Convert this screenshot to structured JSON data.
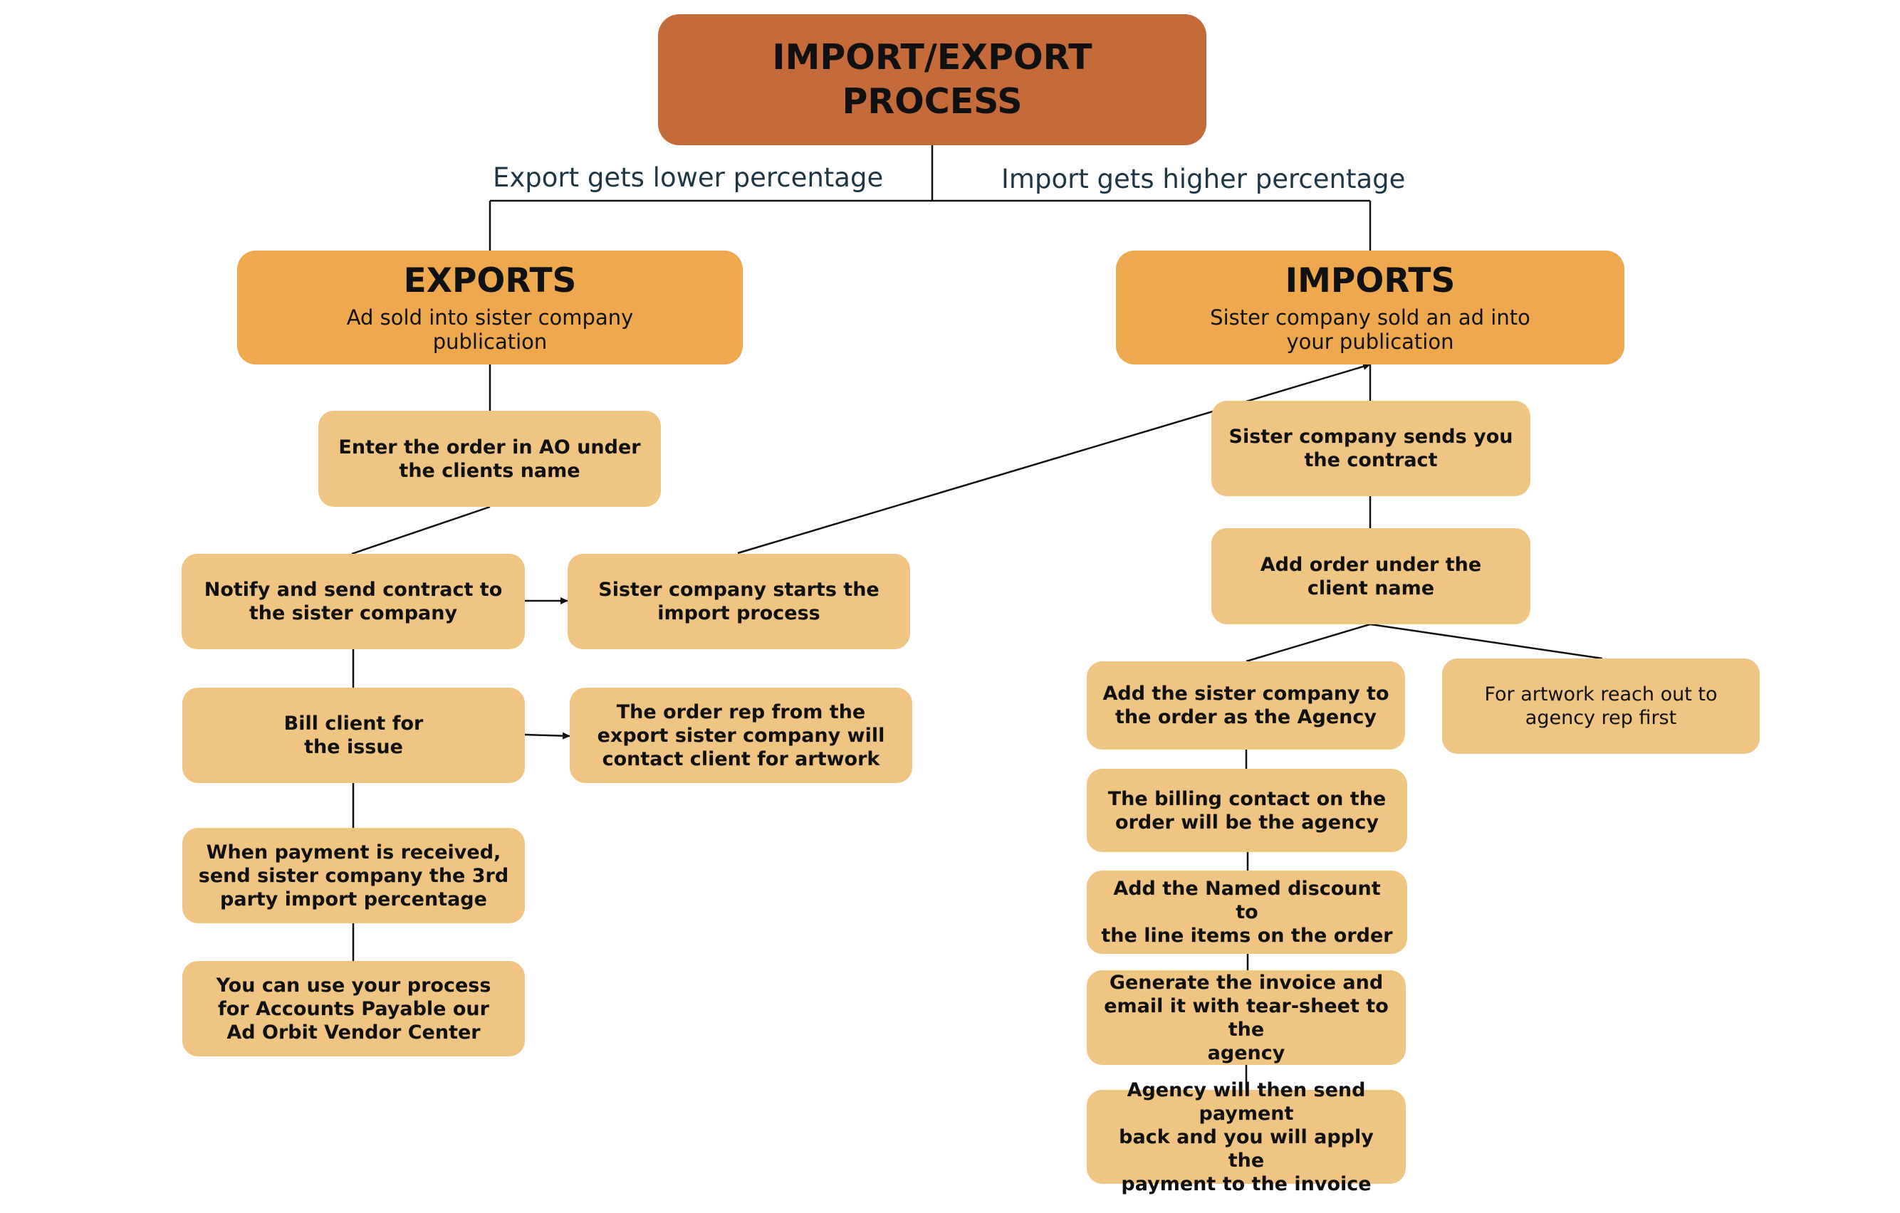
{
  "diagram": {
    "root": {
      "title": "IMPORT/EXPORT\nPROCESS"
    },
    "edge_labels": {
      "export": "Export gets lower percentage",
      "import": "Import gets higher percentage"
    },
    "exports": {
      "title": "EXPORTS",
      "subtitle": "Ad sold into sister company\npublication",
      "steps": [
        "Enter the order in AO under\nthe clients name",
        "Notify and send contract to\nthe sister company",
        "Bill client for\nthe issue",
        "When payment is received,\nsend sister company the 3rd\nparty import percentage",
        "You can use your process\nfor Accounts Payable our\nAd Orbit Vendor Center"
      ],
      "side_steps": [
        "Sister company starts the\nimport process",
        "The order rep from the\nexport sister company will\ncontact client for artwork"
      ]
    },
    "imports": {
      "title": "IMPORTS",
      "subtitle": "Sister company sold an ad into\nyour publication",
      "steps": [
        "Sister company sends you\nthe contract",
        "Add order under the\nclient name",
        "Add the sister company to\nthe order as the Agency",
        "The billing contact on the\norder will be the agency",
        "Add the Named discount to\nthe line items on the order",
        "Generate the invoice and\nemail it with tear-sheet to the\nagency",
        "Agency will then send payment\nback and you will apply the\npayment to the invoice"
      ],
      "artwork_step": "For artwork reach out to\nagency rep first"
    },
    "colors": {
      "root": "#c56a39",
      "header": "#eea94e",
      "step": "#f0c584",
      "label_text": "#1f3645",
      "connector": "#111111"
    }
  }
}
